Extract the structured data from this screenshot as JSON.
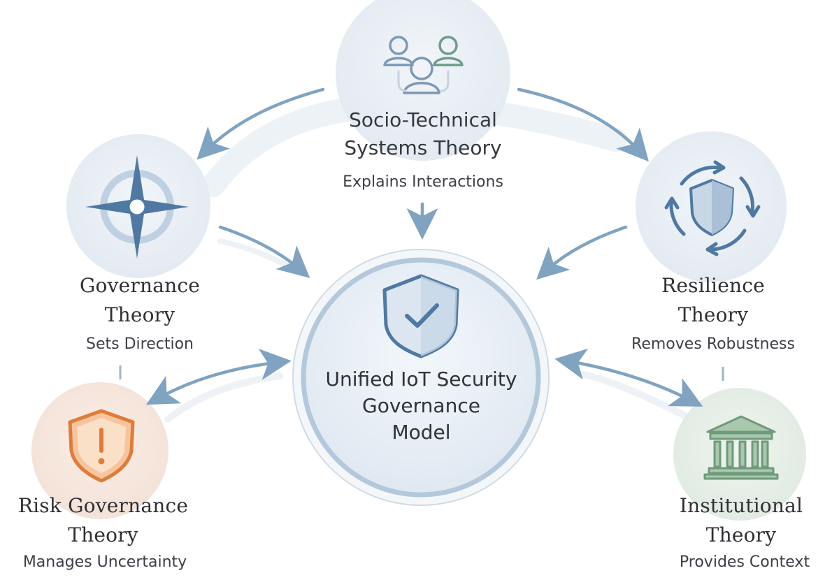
{
  "center": {
    "title_lines": [
      "Unified IoT Security",
      "Governance",
      "Model"
    ],
    "icon": "shield-check-icon"
  },
  "nodes": {
    "socio": {
      "title_lines": [
        "Socio-Technical",
        "Systems Theory"
      ],
      "subtitle": "Explains Interactions",
      "icon": "people-group-icon"
    },
    "governance": {
      "title_lines": [
        "Governance",
        "Theory"
      ],
      "subtitle": "Sets Direction",
      "icon": "compass-star-icon"
    },
    "resilience": {
      "title_lines": [
        "Resilience",
        "Theory"
      ],
      "subtitle": "Removes Robustness",
      "icon": "shield-cycle-icon"
    },
    "risk": {
      "title_lines": [
        "Risk Governance",
        "Theory"
      ],
      "subtitle": "Manages Uncertainty",
      "icon": "warning-shield-icon"
    },
    "institutional": {
      "title_lines": [
        "Institutional",
        "Theory"
      ],
      "subtitle": "Provides Context",
      "icon": "institution-building-icon"
    }
  },
  "colors": {
    "arrow": "#7fa3c1",
    "icon_blue": "#4f79a3",
    "risk_orange": "#e07b39",
    "institution_green": "#6f9a7c",
    "people_green": "#6e9c8a"
  }
}
